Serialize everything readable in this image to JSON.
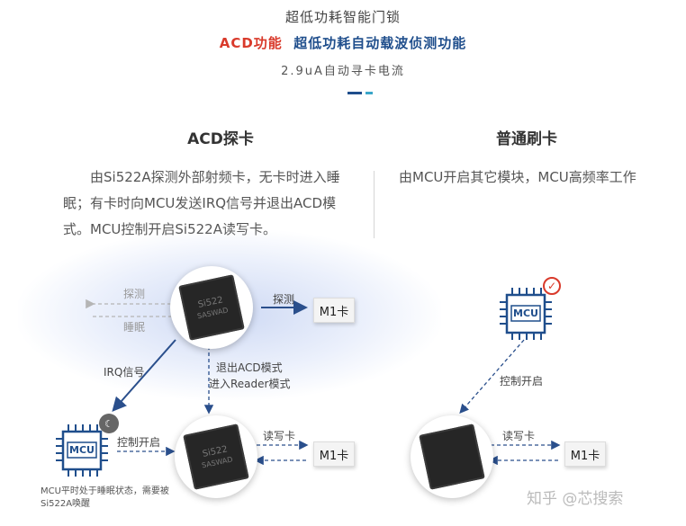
{
  "header": {
    "title": "超低功耗智能门锁",
    "subtitle_acd": "ACD功能",
    "subtitle_rest": "超低功耗自动载波侦测功能",
    "current": "2.9uA自动寻卡电流"
  },
  "columns": {
    "left_title": "ACD探卡",
    "right_title": "普通刷卡",
    "left_desc": "由Si522A探测外部射频卡，无卡时进入睡眠；有卡时向MCU发送IRQ信号并退出ACD模式。MCU控制开启Si522A读写卡。",
    "right_desc": "由MCU开启其它模块，MCU高频率工作"
  },
  "diagram": {
    "probe_left": "探测",
    "sleep_left": "睡眠",
    "probe_right": "探测",
    "card_label": "M1卡",
    "irq": "IRQ信号",
    "exit_acd": "退出ACD模式",
    "enter_reader": "进入Reader模式",
    "control_on": "控制开启",
    "read_write": "读写卡",
    "chip_text_1": "Si522",
    "chip_text_2": "SASWAD",
    "mcu": "MCU",
    "note": "MCU平时处于睡眠状态，需要被Si522A唤醒"
  },
  "watermark": "知乎 @芯搜索",
  "colors": {
    "accent_red": "#d93a2b",
    "accent_blue": "#1f4e8c",
    "accent_cyan": "#3aa6c9",
    "arrow_blue": "#2a4f8c"
  }
}
